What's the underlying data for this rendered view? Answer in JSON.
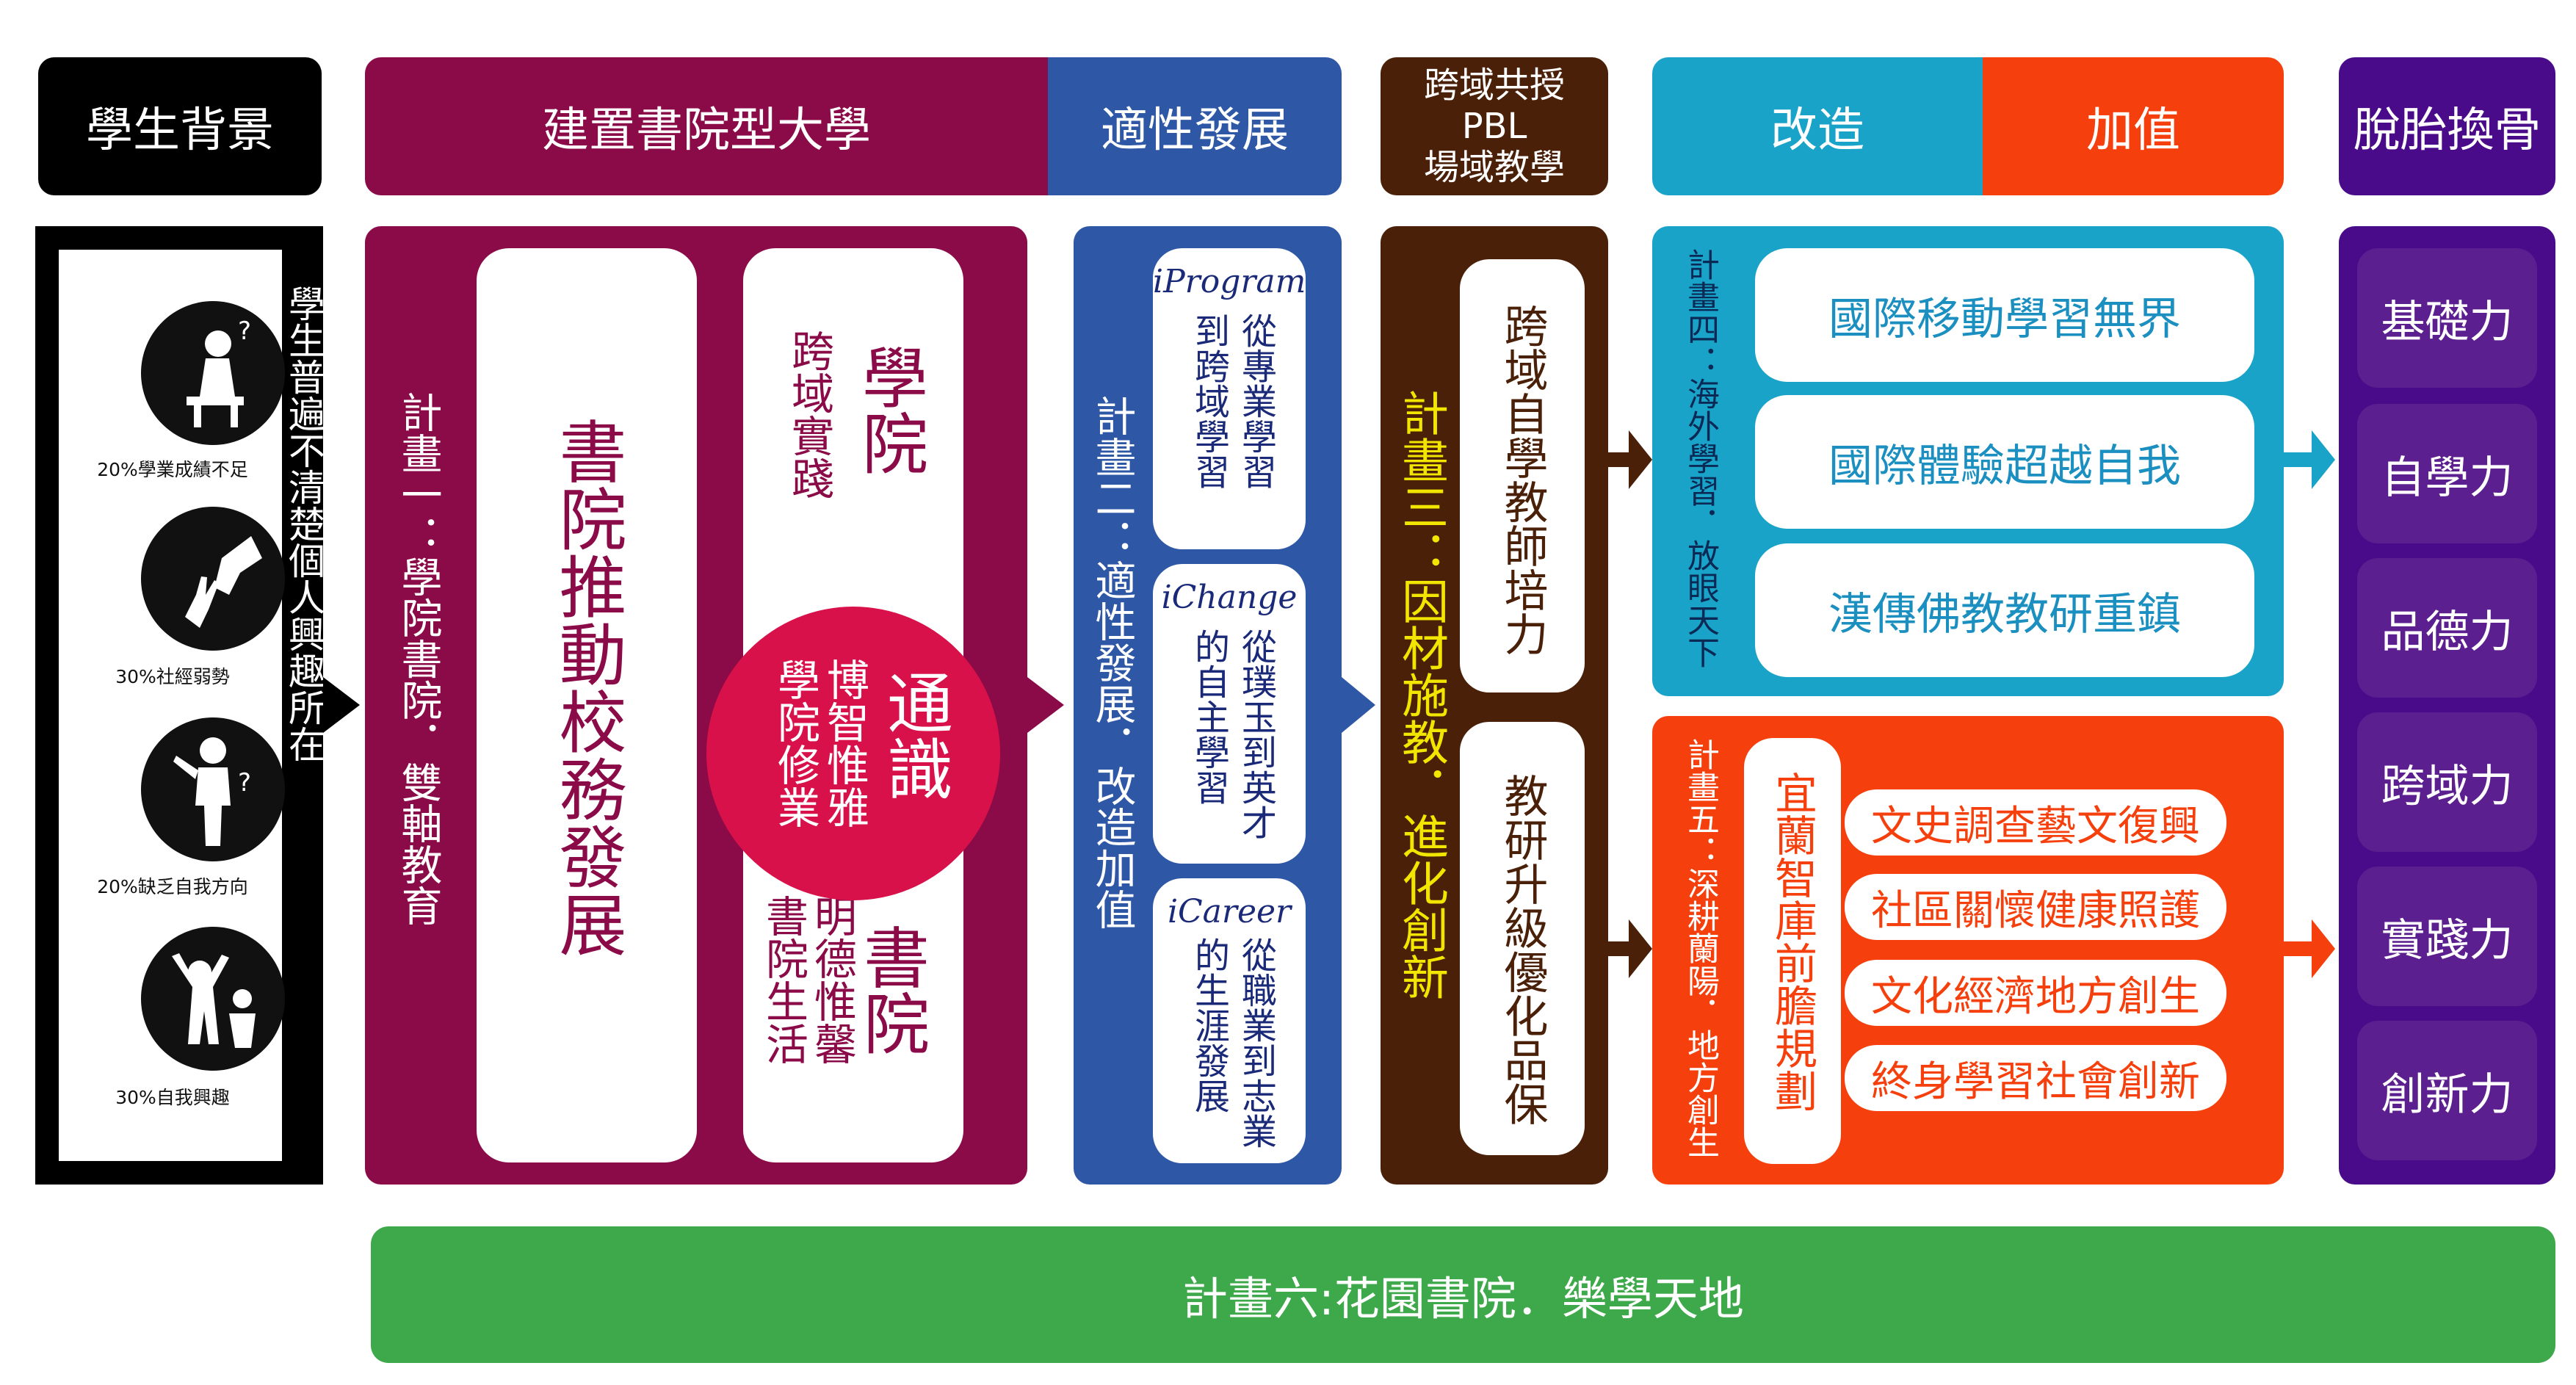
{
  "colors": {
    "black": "#000000",
    "burgundy": "#8b0a48",
    "blue": "#2e57a6",
    "brown": "#4a2008",
    "cyan": "#1aa3c8",
    "orange": "#f5400d",
    "purple": "#4a0b8a",
    "green": "#3ea94a",
    "crimson": "#d8114a",
    "yellow": "#f2e600"
  },
  "headers": {
    "background": "學生背景",
    "college": "建置書院型大學",
    "aptitude": "適性發展",
    "pbl": [
      "跨域共授",
      "PBL",
      "場域教學"
    ],
    "reform": "改造",
    "value_add": "加值",
    "transform": "脫胎換骨"
  },
  "background_panel": {
    "stats": [
      "20%學業成績不足",
      "30%社經弱勢",
      "20%缺乏自我方向",
      "30%自我興趣"
    ],
    "summary": "學生普遍不清楚個人興趣所在"
  },
  "plan1": {
    "title": "計畫一：學院書院．雙軸教育",
    "main": "書院推動校務發展",
    "college_big": "學院",
    "college_small": "跨域實踐",
    "general_big": "通識",
    "general_small": [
      "博智惟雅",
      "學院修業"
    ],
    "academy_big": "書院",
    "academy_small": [
      "明德惟馨",
      "書院生活"
    ]
  },
  "plan2": {
    "title": "計畫二：適性發展．改造加值",
    "programs": [
      {
        "name": "iProgram",
        "lines": [
          "從專業學習",
          "到跨域學習"
        ]
      },
      {
        "name": "iChange",
        "lines": [
          "從璞玉到英才",
          "的自主學習"
        ]
      },
      {
        "name": "iCareer",
        "lines": [
          "從職業到志業",
          "的生涯發展"
        ]
      }
    ]
  },
  "plan3": {
    "title": "計畫三：因材施教．進化創新",
    "items": [
      "跨域自學教師培力",
      "教研升級優化品保"
    ]
  },
  "plan4": {
    "title": "計畫四：海外學習．放眼天下",
    "items": [
      "國際移動學習無界",
      "國際體驗超越自我",
      "漢傳佛教教研重鎮"
    ]
  },
  "plan5": {
    "title": "計畫五：深耕蘭陽．地方創生",
    "sub": "宜蘭智庫前膽規劃",
    "items": [
      "文史調查藝文復興",
      "社區關懷健康照護",
      "文化經濟地方創生",
      "終身學習社會創新"
    ]
  },
  "abilities": [
    "基礎力",
    "自學力",
    "品德力",
    "跨域力",
    "實踐力",
    "創新力"
  ],
  "plan6": "計畫六:花園書院．樂學天地"
}
